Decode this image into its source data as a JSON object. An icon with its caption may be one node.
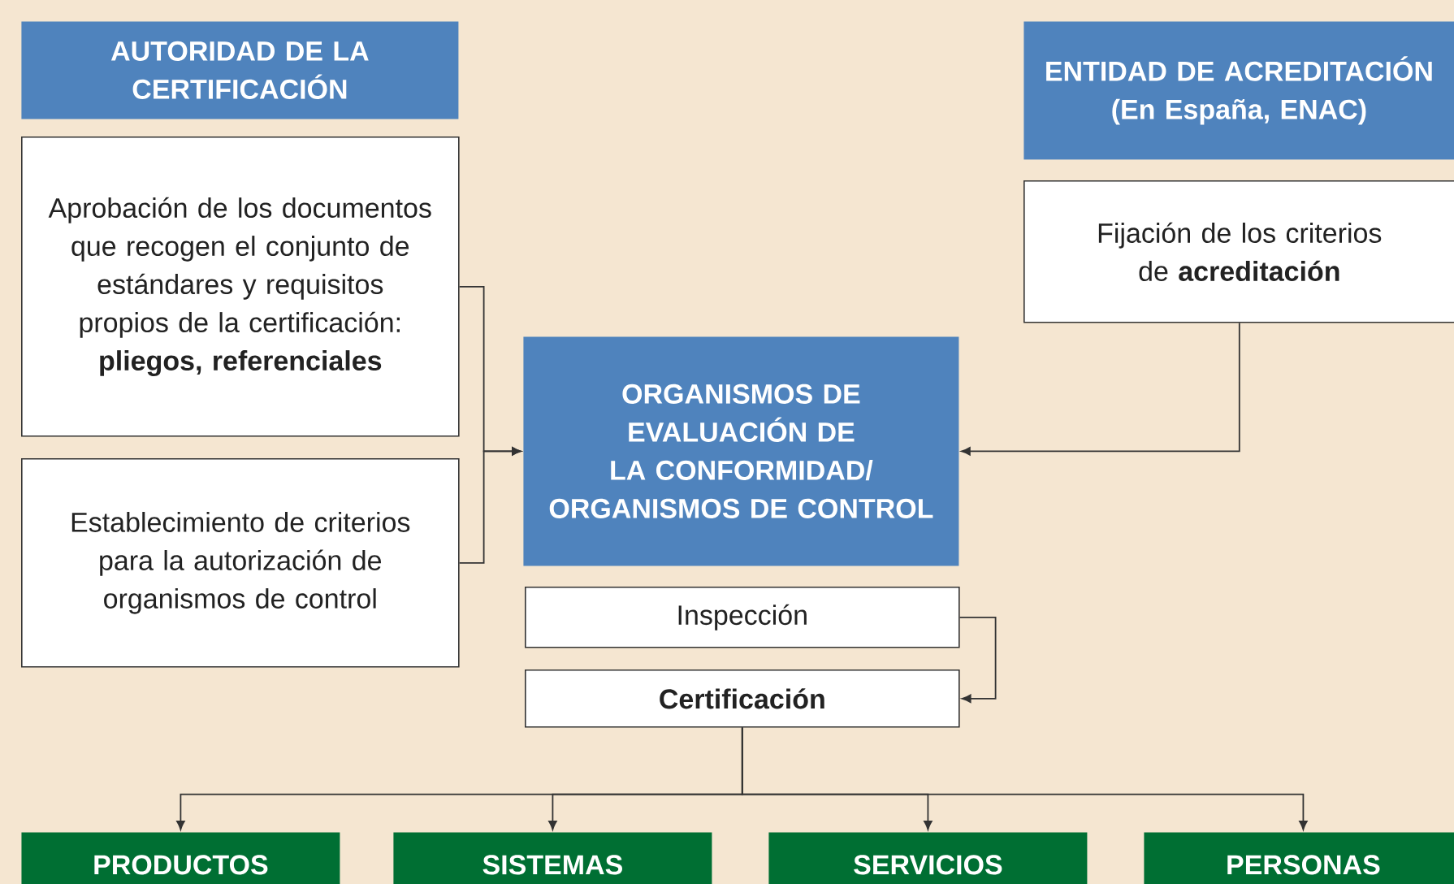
{
  "diagram": {
    "nodes": [
      {
        "text": [
          "AUTORIDAD DE LA CERTIFICACIÓN"
        ]
      },
      {
        "text": [
          "Aprobación de los documentos que recogen el conjunto de estándares y requisitos propios de la certificación: **pliegos, referenciales**"
        ]
      },
      {
        "text": [
          "Establecimiento de criterios para la autorización de organismos de control"
        ]
      },
      {
        "text": [
          "ENTIDAD DE ACREDITACIÓN (En España, ENAC)"
        ]
      },
      {
        "text": [
          "Fijación de los criterios de **acreditación**"
        ]
      },
      {
        "text": [
          "ORGANISMOS DE EVALUACIÓN DE LA CONFORMIDAD/ ORGANISMOS DE CONTROL"
        ]
      },
      {
        "text": [
          "Inspección"
        ]
      },
      {
        "text": [
          "Certificación"
        ]
      },
      {
        "text": [
          "PRODUCTOS"
        ]
      },
      {
        "text": [
          "SISTEMAS"
        ]
      },
      {
        "text": [
          "SERVICIOS"
        ]
      },
      {
        "text": [
          "PERSONAS"
        ]
      }
    ],
    "edges": [
      {
        "from": 1,
        "to": 5,
        "arrow": "to"
      },
      {
        "from": 2,
        "to": 5,
        "arrow": "to"
      },
      {
        "from": 4,
        "to": 5,
        "arrow": "to"
      },
      {
        "from": 6,
        "to": 7,
        "arrow": "to"
      },
      {
        "from": 7,
        "to": 8,
        "arrow": "to"
      },
      {
        "from": 7,
        "to": 9,
        "arrow": "to"
      },
      {
        "from": 7,
        "to": 10,
        "arrow": "to"
      },
      {
        "from": 7,
        "to": 11,
        "arrow": "to"
      }
    ]
  }
}
